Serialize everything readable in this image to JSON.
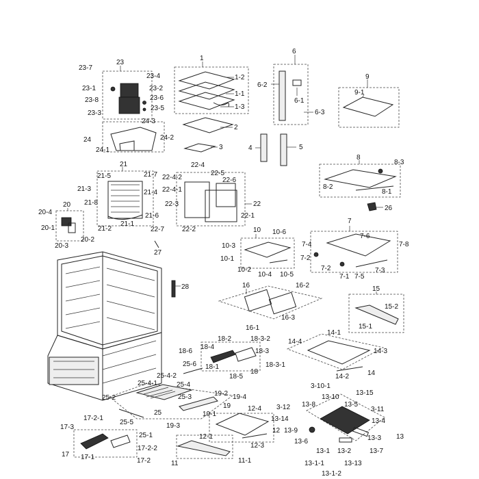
{
  "labels": {
    "l1": "1",
    "l1_1": "1-1",
    "l1_2": "1-2",
    "l1_3": "1-3",
    "l2": "2",
    "l3": "3",
    "l4": "4",
    "l5": "5",
    "l6": "6",
    "l6_1": "6-1",
    "l6_2": "6-2",
    "l6_3": "6-3",
    "l7": "7",
    "l7_1": "7-1",
    "l7_2a": "7-2",
    "l7_2b": "7-2",
    "l7_3": "7-3",
    "l7_4": "7-4",
    "l7_5": "7-5",
    "l7_6": "7-6",
    "l7_8": "7-8",
    "l8": "8",
    "l8_1": "8-1",
    "l8_2": "8-2",
    "l8_3": "8-3",
    "l9": "9",
    "l9_1": "9-1",
    "l10": "10",
    "l10_1": "10-1",
    "l10_2": "10-2",
    "l10_3": "10-3",
    "l10_4": "10-4",
    "l10_5": "10-5",
    "l10_6": "10-6",
    "l11": "11",
    "l11_1": "11-1",
    "l12": "12",
    "l12_1": "12-1",
    "l12_3": "12-3",
    "l12_4": "12-4",
    "l13": "13",
    "l13_1": "13-1",
    "l13_1_1": "13-1-1",
    "l13_1_2": "13-1-2",
    "l13_2": "13-2",
    "l13_3": "13-3",
    "l13_4": "13-4",
    "l13_5": "13-5",
    "l13_6": "13-6",
    "l13_7": "13-7",
    "l13_8": "13-8",
    "l13_9": "13-9",
    "l13_10": "13-10",
    "l13_13": "13-13",
    "l13_14": "13-14",
    "l13_15": "13-15",
    "l3_10_1": "3-10-1",
    "l3_11": "3-11",
    "l3_12": "3-12",
    "l14": "14",
    "l14_1": "14-1",
    "l14_2": "14-2",
    "l14_3": "14-3",
    "l14_4": "14-4",
    "l15": "15",
    "l15_1": "15-1",
    "l15_2": "15-2",
    "l16": "16",
    "l16_1": "16-1",
    "l16_2": "16-2",
    "l16_3": "16-3",
    "l17": "17",
    "l17_1": "17-1",
    "l17_2": "17-2",
    "l17_2_1": "17-2-1",
    "l17_2_2": "17-2-2",
    "l17_3": "17-3",
    "l18": "18",
    "l18_1": "18-1",
    "l18_2": "18-2",
    "l18_3": "18-3",
    "l18_3_1": "18-3-1",
    "l18_3_2": "18-3-2",
    "l18_4": "18-4",
    "l18_5": "18-5",
    "l18_6": "18-6",
    "l19": "19",
    "l19_1": "19-1",
    "l19_2": "19-2",
    "l19_3": "19-3",
    "l19_4": "19-4",
    "l20": "20",
    "l20_1": "20-1",
    "l20_2": "20-2",
    "l20_3": "20-3",
    "l20_4": "20-4",
    "l21": "21",
    "l21_1": "21-1",
    "l21_2": "21-2",
    "l21_3": "21-3",
    "l21_4": "21-4",
    "l21_5": "21-5",
    "l21_6": "21-6",
    "l21_7": "21-7",
    "l21_8": "21-8",
    "l22": "22",
    "l22_1": "22-1",
    "l22_2": "22-2",
    "l22_3": "22-3",
    "l22_4": "22-4",
    "l22_4_1": "22-4-1",
    "l22_4_2": "22-4-2",
    "l22_5": "22-5",
    "l22_6": "22-6",
    "l22_7": "22-7",
    "l23": "23",
    "l23_1": "23-1",
    "l23_2": "23-2",
    "l23_3": "23-3",
    "l23_4": "23-4",
    "l23_5": "23-5",
    "l23_6": "23-6",
    "l23_7": "23-7",
    "l23_8": "23-8",
    "l24": "24",
    "l24_1": "24-1",
    "l24_2": "24-2",
    "l24_3": "24-3",
    "l25": "25",
    "l25_1": "25-1",
    "l25_2": "25-2",
    "l25_3": "25-3",
    "l25_4": "25-4",
    "l25_4_1": "25-4-1",
    "l25_4_2": "25-4-2",
    "l25_5": "25-5",
    "l25_6": "25-6",
    "l26": "26",
    "l27": "27",
    "l28": "28"
  }
}
